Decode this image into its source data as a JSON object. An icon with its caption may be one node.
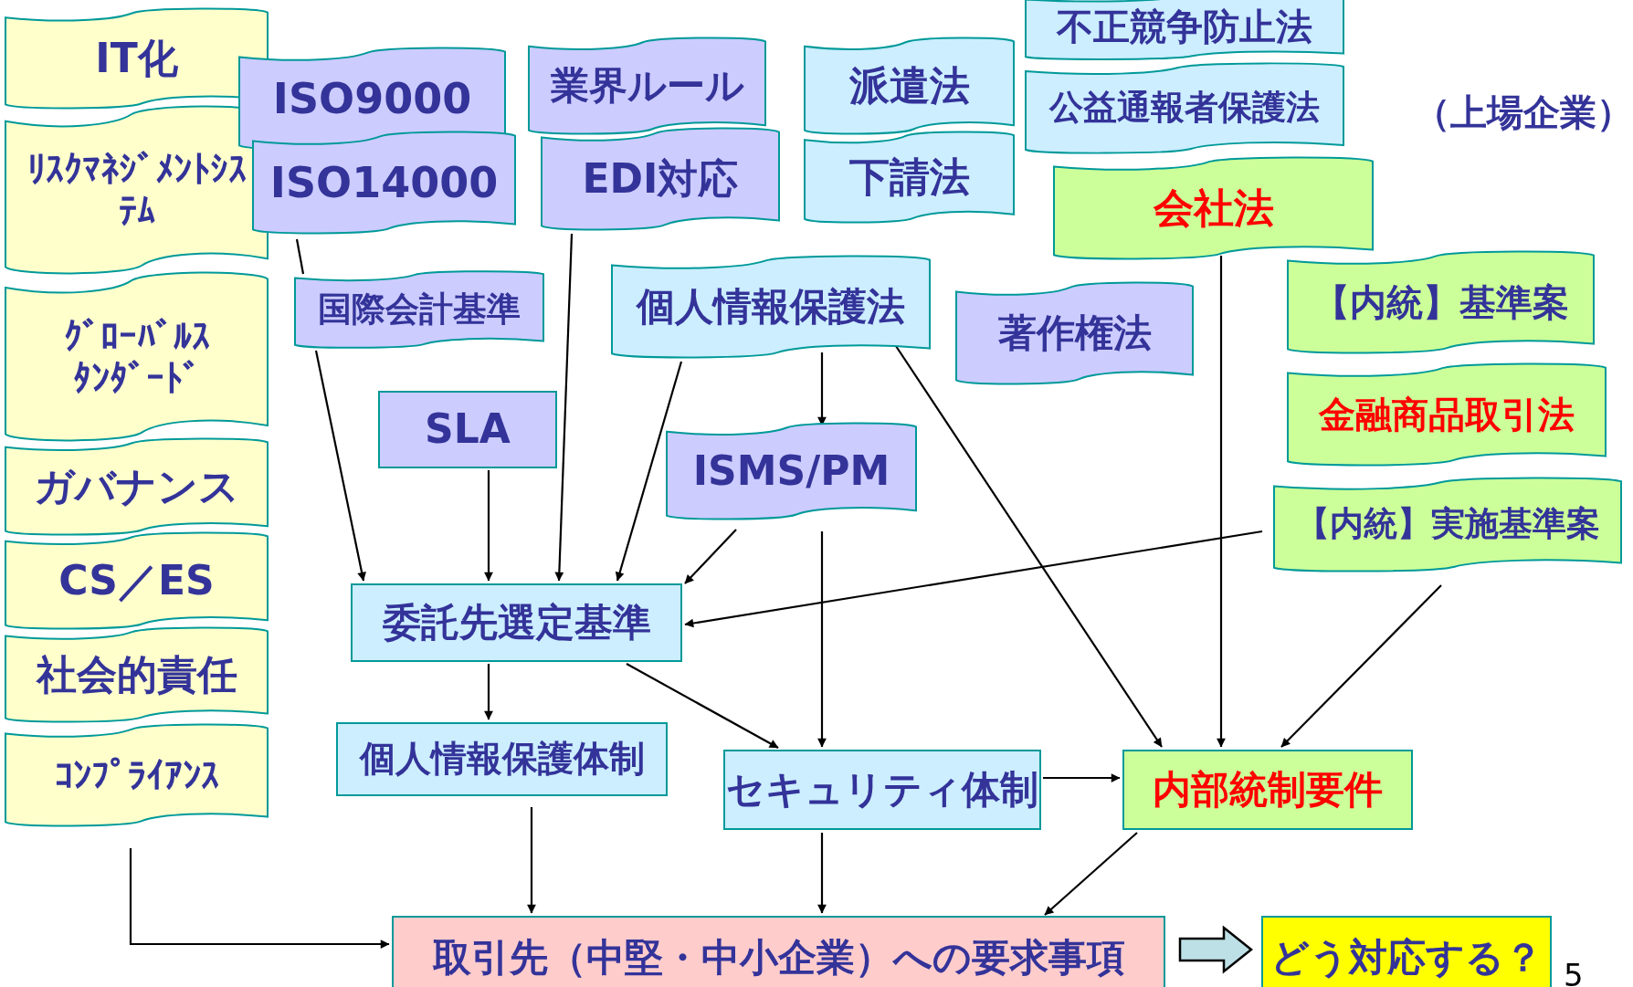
{
  "diagram": {
    "nodes": [
      {
        "text": [
          "IT化"
        ]
      },
      {
        "text": [
          "ﾘｽｸﾏﾈｼﾞﾒﾝﾄｼｽﾃﾑ"
        ]
      },
      {
        "text": [
          "ｸﾞﾛｰﾊﾞﾙｽﾀﾝﾀﾞｰﾄﾞ"
        ]
      },
      {
        "text": [
          "ガバナンス"
        ]
      },
      {
        "text": [
          "CS／ES"
        ]
      },
      {
        "text": [
          "社会的責任"
        ]
      },
      {
        "text": [
          "ｺﾝﾌﾟﾗｲｱﾝｽ"
        ]
      },
      {
        "text": [
          "ISO9000"
        ]
      },
      {
        "text": [
          "ISO14000"
        ]
      },
      {
        "text": [
          "業界ルール"
        ]
      },
      {
        "text": [
          "EDI対応"
        ]
      },
      {
        "text": [
          "派遣法"
        ]
      },
      {
        "text": [
          "下請法"
        ]
      },
      {
        "text": [
          "不正競争防止法"
        ]
      },
      {
        "text": [
          "公益通報者保護法"
        ]
      },
      {
        "text": [
          "会社法"
        ]
      },
      {
        "text": [
          "国際会計基準"
        ]
      },
      {
        "text": [
          "個人情報保護法"
        ]
      },
      {
        "text": [
          "著作権法"
        ]
      },
      {
        "text": [
          "【内統】基準案"
        ]
      },
      {
        "text": [
          "金融商品取引法"
        ]
      },
      {
        "text": [
          "【内統】実施基準案"
        ]
      },
      {
        "text": [
          "SLA"
        ]
      },
      {
        "text": [
          "ISMS/PM"
        ]
      },
      {
        "text": [
          "委託先選定基準"
        ]
      },
      {
        "text": [
          "個人情報保護体制"
        ]
      },
      {
        "text": [
          "セキュリティ体制"
        ]
      },
      {
        "text": [
          "内部統制要件"
        ]
      },
      {
        "text": [
          "取引先（中堅・中小企業）への要求事項"
        ]
      },
      {
        "text": [
          "どう対応する？"
        ]
      }
    ],
    "edges": [
      {
        "from": 8,
        "to": 16,
        "arrow": "none"
      },
      {
        "from": 16,
        "to": 24,
        "arrow": "to"
      },
      {
        "from": 22,
        "to": 24,
        "arrow": "to"
      },
      {
        "from": 10,
        "to": 24,
        "arrow": "to"
      },
      {
        "from": 17,
        "to": 24,
        "arrow": "to"
      },
      {
        "from": 23,
        "to": 24,
        "arrow": "to"
      },
      {
        "from": 21,
        "to": 24,
        "arrow": "to"
      },
      {
        "from": 17,
        "to": 23,
        "arrow": "to"
      },
      {
        "from": 17,
        "to": 27,
        "arrow": "to"
      },
      {
        "from": 24,
        "to": 25,
        "arrow": "to"
      },
      {
        "from": 24,
        "to": 26,
        "arrow": "to"
      },
      {
        "from": 23,
        "to": 26,
        "arrow": "to"
      },
      {
        "from": 26,
        "to": 27,
        "arrow": "to"
      },
      {
        "from": 15,
        "to": 27,
        "arrow": "to"
      },
      {
        "from": 21,
        "to": 27,
        "arrow": "to"
      },
      {
        "from": 25,
        "to": 28,
        "arrow": "to"
      },
      {
        "from": 26,
        "to": 28,
        "arrow": "to"
      },
      {
        "from": 27,
        "to": 28,
        "arrow": "to"
      },
      {
        "from": 6,
        "to": 28,
        "arrow": "to"
      },
      {
        "from": 28,
        "to": 29,
        "arrow": "to",
        "style": "thick"
      }
    ],
    "labels": [
      "（上場企業）",
      "5"
    ]
  }
}
